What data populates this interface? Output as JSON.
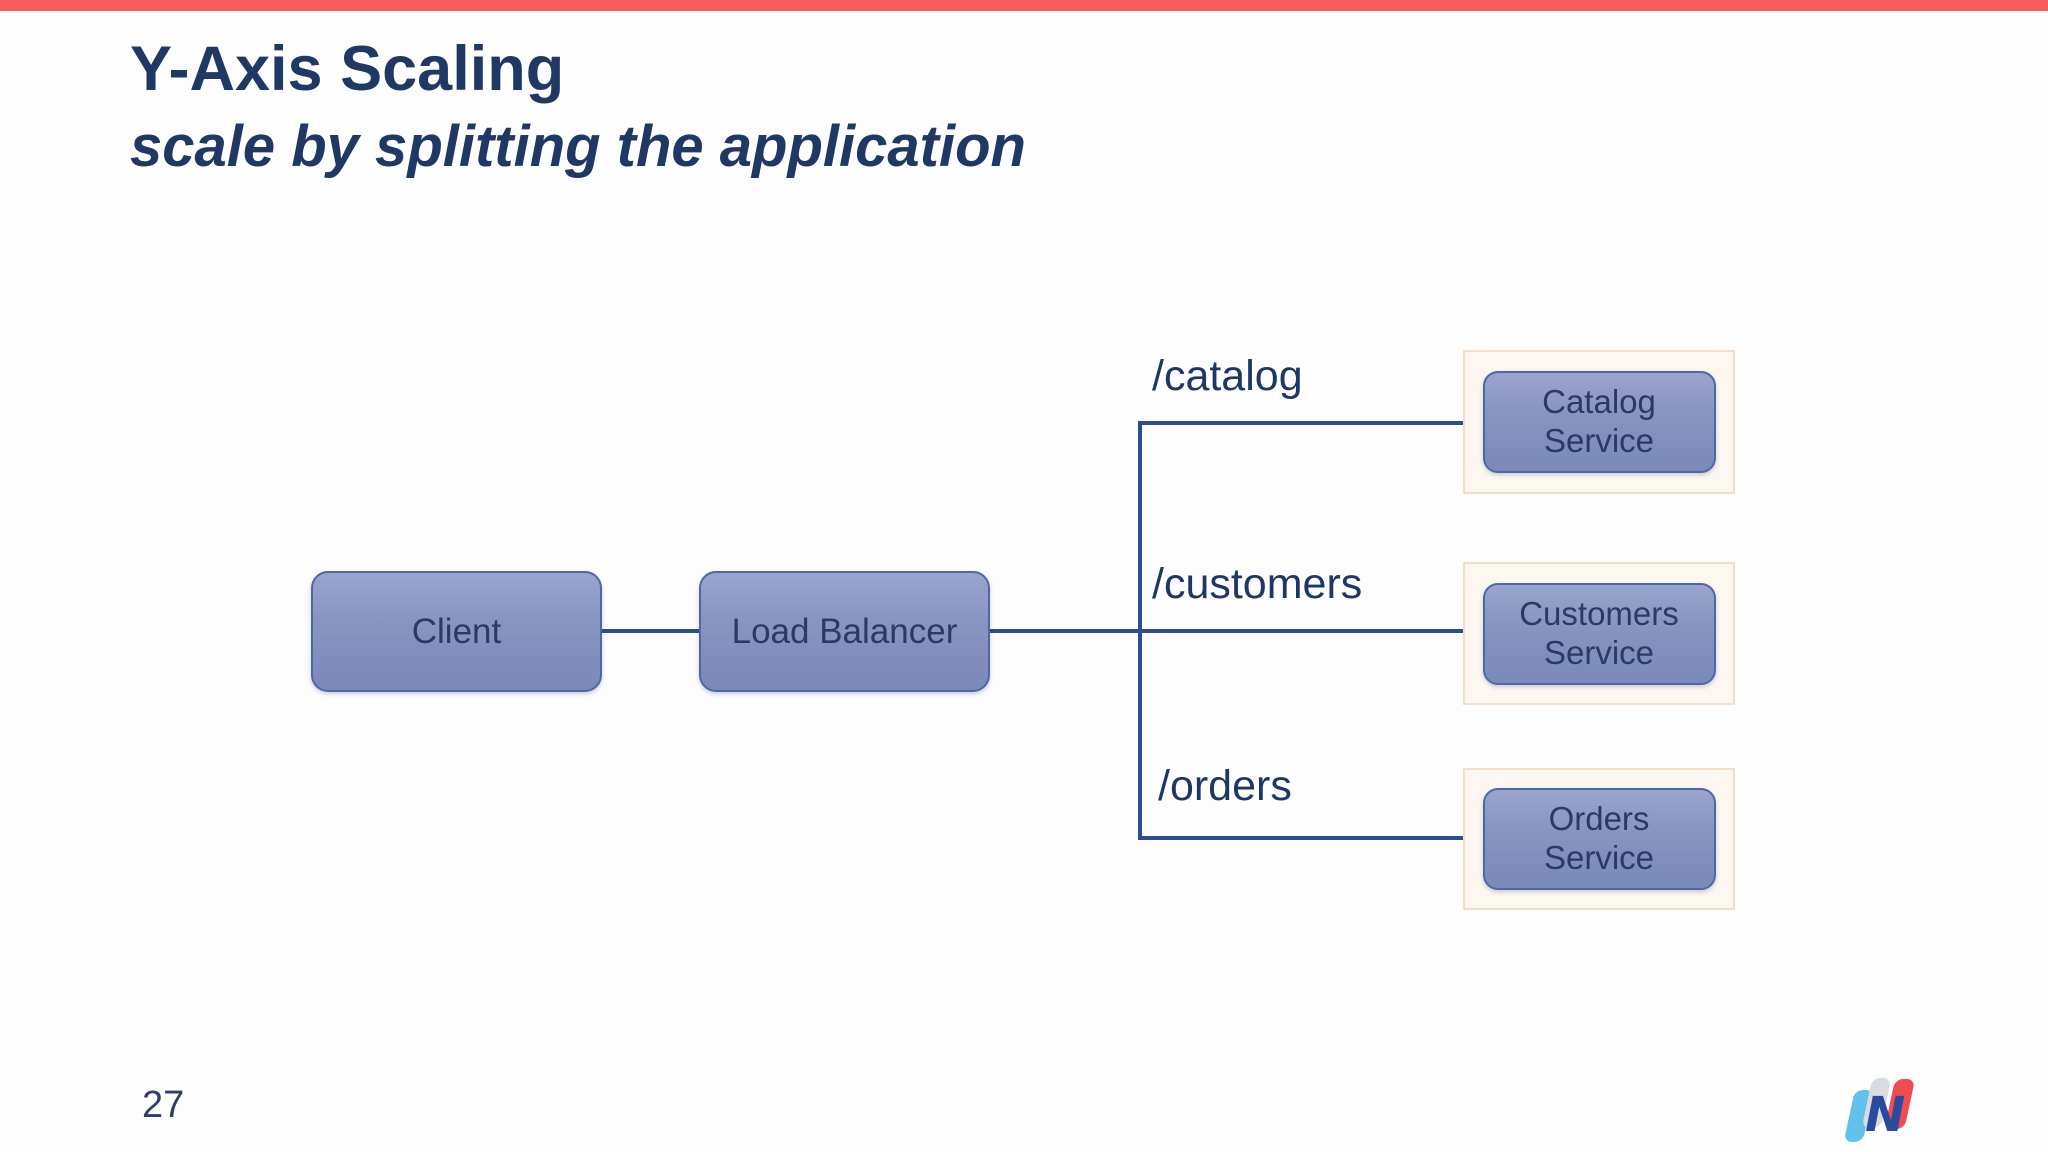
{
  "slide": {
    "title": "Y-Axis Scaling",
    "subtitle": "scale by splitting the application",
    "page_number": "27"
  },
  "diagram": {
    "client": {
      "label": "Client"
    },
    "load_balancer": {
      "label": "Load Balancer"
    },
    "routes": [
      {
        "path": "/catalog",
        "service": "Catalog Service"
      },
      {
        "path": "/customers",
        "service": "Customers Service"
      },
      {
        "path": "/orders",
        "service": "Orders Service"
      }
    ]
  },
  "colors": {
    "accent_bar": "#fb5a5e",
    "connector_blue": "#2b4e91",
    "node_fill_top": "#99a5cd",
    "node_fill_bottom": "#7b89ba",
    "node_border": "#4e68a6",
    "node_text": "#2a3a66",
    "heading_text": "#1f3864",
    "service_container_fill": "#fdf7f1",
    "service_container_border": "#f5ddca",
    "logo_cyan": "#62c3ea",
    "logo_gray": "#d8dbe0",
    "logo_red": "#f04b4f",
    "logo_navy": "#2a4a9c"
  },
  "logo": {
    "name": "n-mark-logo"
  }
}
